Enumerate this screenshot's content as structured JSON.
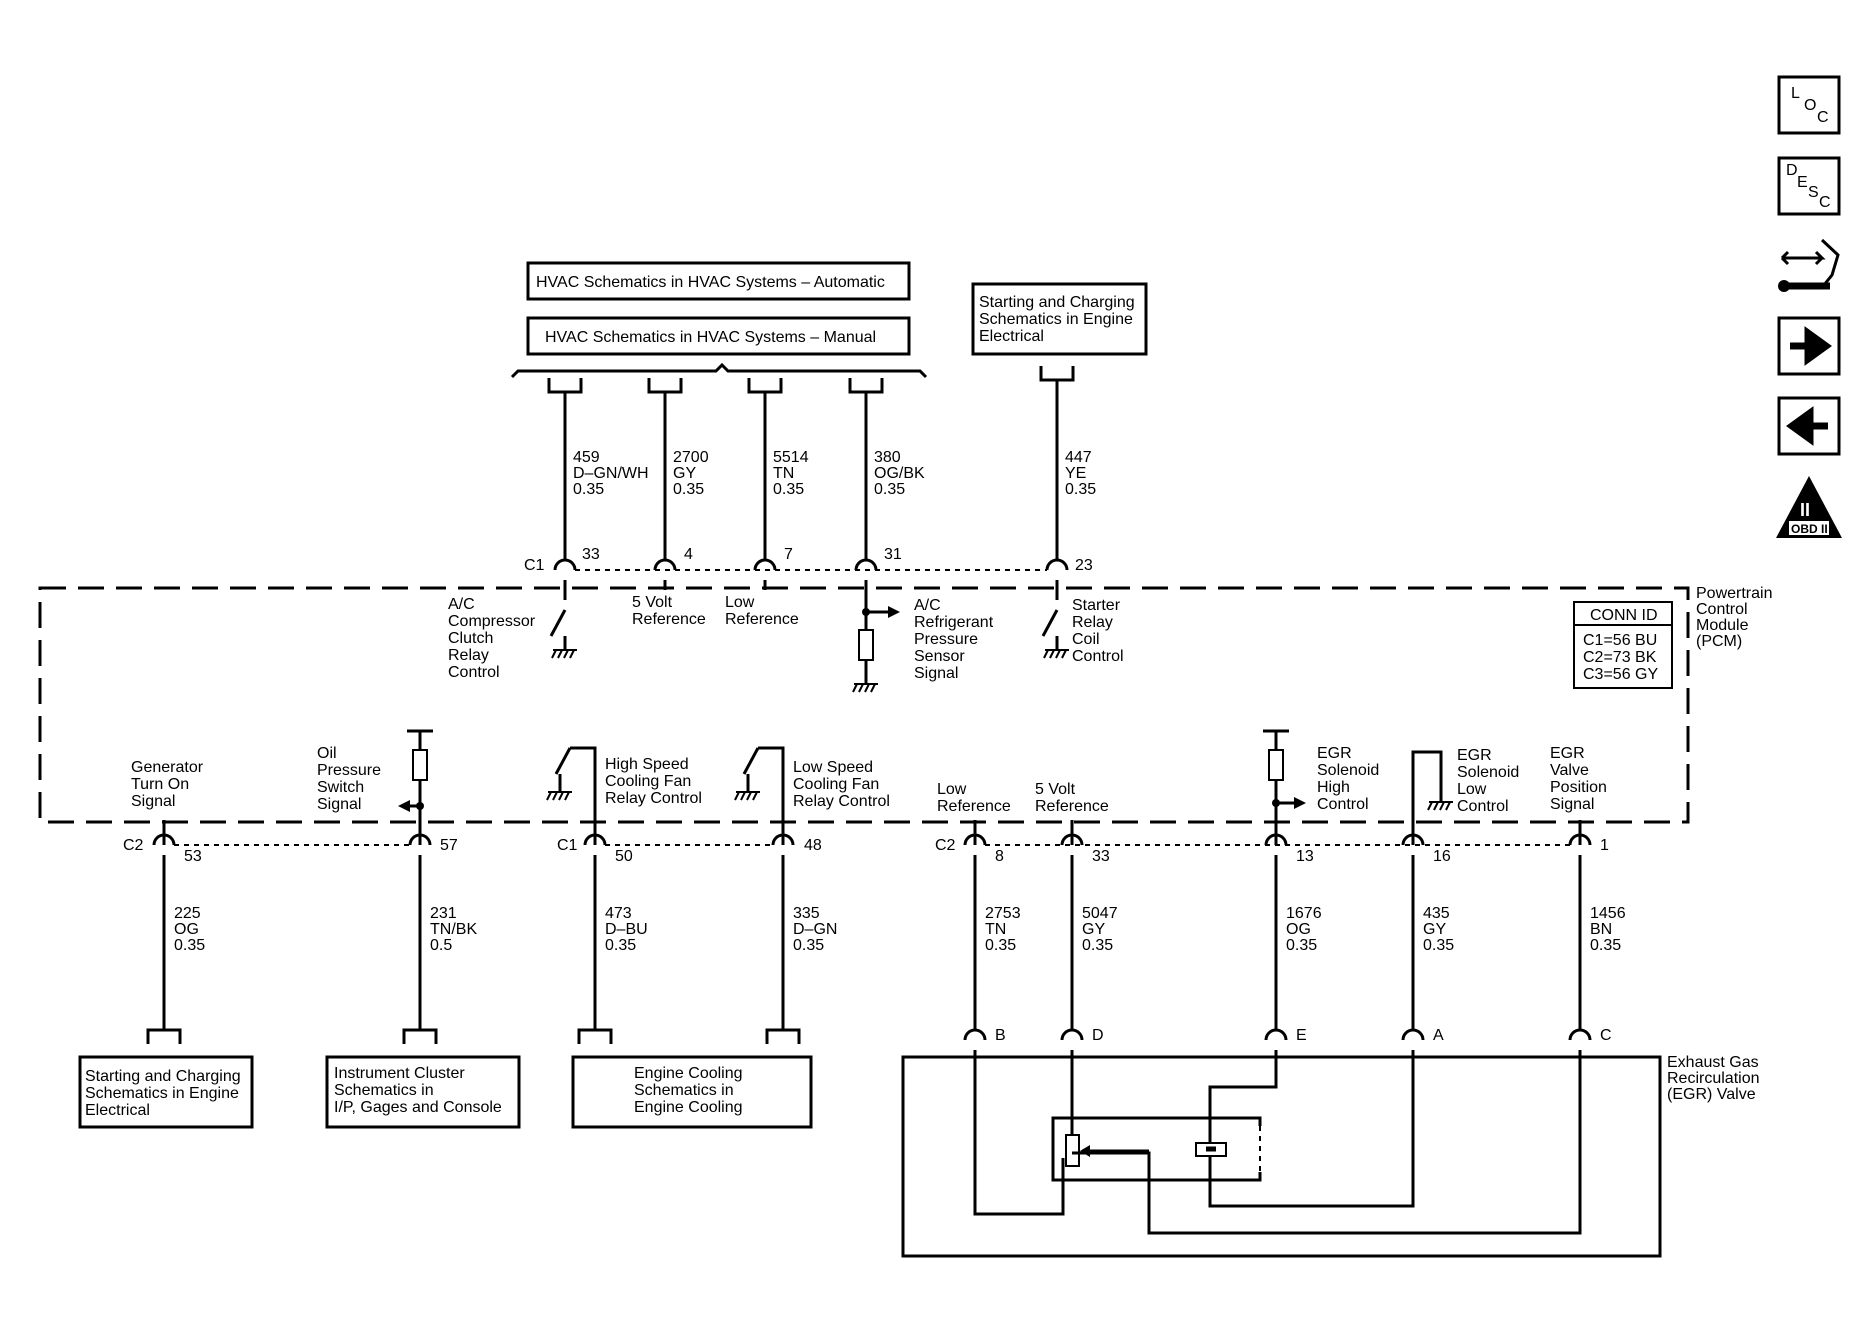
{
  "nav": {
    "loc_letters": [
      "L",
      "O",
      "C"
    ],
    "desc_letters": [
      "D",
      "E",
      "S",
      "C"
    ],
    "obd_numeral": "II",
    "obd_label": "OBD II"
  },
  "refs": {
    "hvac_auto": "HVAC Schematics in HVAC Systems – Automatic",
    "hvac_manual": "HVAC Schematics in HVAC Systems – Manual",
    "start_charge_top": [
      "Starting and Charging",
      "Schematics in Engine",
      "Electrical"
    ],
    "start_charge_bottom": [
      "Starting and Charging",
      "Schematics in Engine",
      "Electrical"
    ],
    "instrument_cluster": [
      "Instrument Cluster",
      "Schematics in",
      "I/P, Gages and Console"
    ],
    "engine_cooling": [
      "Engine Cooling",
      "Schematics in",
      "Engine Cooling"
    ]
  },
  "pcm": {
    "name": [
      "Powertrain",
      "Control",
      "Module",
      "(PCM)"
    ],
    "conn_id_title": "CONN ID",
    "conn_ids": [
      "C1=56 BU",
      "C2=73 BK",
      "C3=56 GY"
    ]
  },
  "connectors": {
    "c1_top": "C1",
    "c2": "C2",
    "c1_bottom": "C1",
    "c2_right": "C2"
  },
  "top_circuits": [
    {
      "circuit": "459",
      "color": "D–GN/WH",
      "gauge": "0.35",
      "pin": "33"
    },
    {
      "circuit": "2700",
      "color": "GY",
      "gauge": "0.35",
      "pin": "4"
    },
    {
      "circuit": "5514",
      "color": "TN",
      "gauge": "0.35",
      "pin": "7"
    },
    {
      "circuit": "380",
      "color": "OG/BK",
      "gauge": "0.35",
      "pin": "31"
    },
    {
      "circuit": "447",
      "color": "YE",
      "gauge": "0.35",
      "pin": "23"
    }
  ],
  "top_internal_labels": {
    "ac_clutch": [
      "A/C",
      "Compressor",
      "Clutch",
      "Relay",
      "Control"
    ],
    "five_volt": [
      "5 Volt",
      "Reference"
    ],
    "low_ref": [
      "Low",
      "Reference"
    ],
    "ac_pressure": [
      "A/C",
      "Refrigerant",
      "Pressure",
      "Sensor",
      "Signal"
    ],
    "starter": [
      "Starter",
      "Relay",
      "Coil",
      "Control"
    ]
  },
  "bottom_circuits": [
    {
      "circuit": "225",
      "color": "OG",
      "gauge": "0.35",
      "pin": "53"
    },
    {
      "circuit": "231",
      "color": "TN/BK",
      "gauge": "0.5",
      "pin": "57"
    },
    {
      "circuit": "473",
      "color": "D–BU",
      "gauge": "0.35",
      "pin": "50"
    },
    {
      "circuit": "335",
      "color": "D–GN",
      "gauge": "0.35",
      "pin": "48"
    },
    {
      "circuit": "2753",
      "color": "TN",
      "gauge": "0.35",
      "pin": "8",
      "egr_pin": "B"
    },
    {
      "circuit": "5047",
      "color": "GY",
      "gauge": "0.35",
      "pin": "33",
      "egr_pin": "D"
    },
    {
      "circuit": "1676",
      "color": "OG",
      "gauge": "0.35",
      "pin": "13",
      "egr_pin": "E"
    },
    {
      "circuit": "435",
      "color": "GY",
      "gauge": "0.35",
      "pin": "16",
      "egr_pin": "A"
    },
    {
      "circuit": "1456",
      "color": "BN",
      "gauge": "0.35",
      "pin": "1",
      "egr_pin": "C"
    }
  ],
  "bottom_internal_labels": {
    "generator": [
      "Generator",
      "Turn On",
      "Signal"
    ],
    "oil_pressure": [
      "Oil",
      "Pressure",
      "Switch",
      "Signal"
    ],
    "high_fan": [
      "High Speed",
      "Cooling Fan",
      "Relay Control"
    ],
    "low_fan": [
      "Low Speed",
      "Cooling Fan",
      "Relay Control"
    ],
    "low_ref": [
      "Low",
      "Reference"
    ],
    "five_volt": [
      "5 Volt",
      "Reference"
    ],
    "egr_high": [
      "EGR",
      "Solenoid",
      "High",
      "Control"
    ],
    "egr_low": [
      "EGR",
      "Solenoid",
      "Low",
      "Control"
    ],
    "egr_position": [
      "EGR",
      "Valve",
      "Position",
      "Signal"
    ]
  },
  "egr_valve_name": [
    "Exhaust Gas",
    "Recirculation",
    "(EGR) Valve"
  ]
}
